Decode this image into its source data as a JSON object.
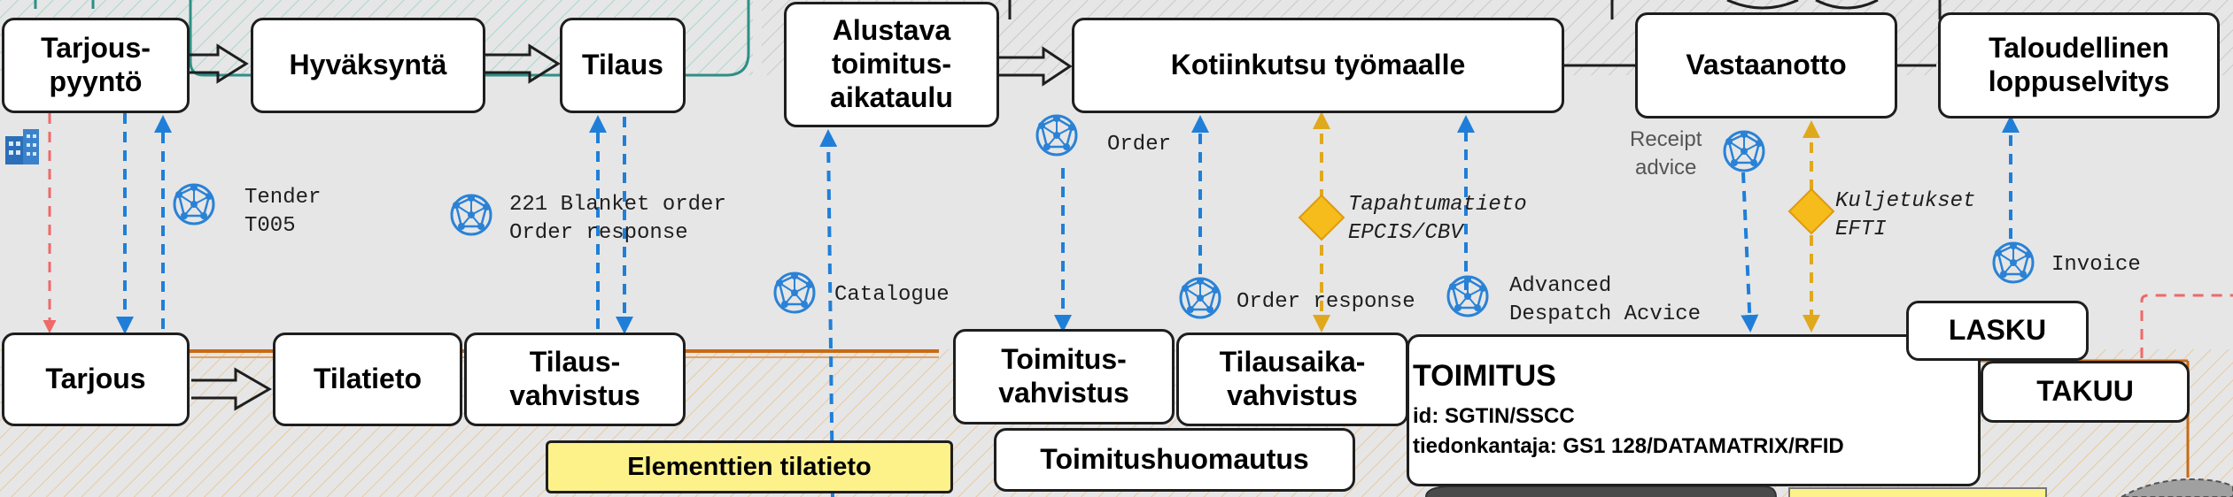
{
  "top_row": {
    "tarjouspyynto": "Tarjous-\npyyntö",
    "hyvaksynta": "Hyväksyntä",
    "tilaus": "Tilaus",
    "alustava": "Alustava\ntoimitus-\naikataulu",
    "kotiinkutsu": "Kotiinkutsu työmaalle",
    "vastaanotto": "Vastaanotto",
    "taloudellinen": "Taloudellinen\nloppuselvitys"
  },
  "bottom_row": {
    "tarjous": "Tarjous",
    "tilatieto": "Tilatieto",
    "tilausvahvistus": "Tilaus-\nvahvistus",
    "elementtien": "Elementtien tilatieto",
    "toimitusvahvistus": "Toimitus-\nvahvistus",
    "tilausaikavahvistus": "Tilausaika-\nvahvistus",
    "toimitushuomautus": "Toimitushuomautus",
    "lasku": "LASKU",
    "takuu": "TAKUU"
  },
  "toimitus": {
    "title": "TOIMITUS",
    "id": "id: SGTIN/SSCC",
    "carrier": "tiedonkantaja: GS1 128/DATAMATRIX/RFID"
  },
  "messages": {
    "tender": "Tender\nT005",
    "blanket": "221 Blanket order\nOrder response",
    "catalogue": "Catalogue",
    "order": "Order",
    "order_response": "Order response",
    "epcis": "Tapahtumatieto\nEPCIS/CBV",
    "despatch": "Advanced\nDespatch Acvice",
    "receipt": "Receipt\nadvice",
    "efti": "Kuljetukset\nEFTI",
    "invoice": "Invoice"
  },
  "colors": {
    "exchange_arrow": "#1f7fd8",
    "event_arrow": "#e0a81c",
    "alert_arrow": "#f06868",
    "message_icon": "#2a82d6",
    "event_diamond": "#f5bc1c",
    "highlight": "#fdf28a"
  },
  "icons": {
    "message": "network-globe-icon",
    "event": "diamond-icon",
    "building": "building-icon"
  }
}
